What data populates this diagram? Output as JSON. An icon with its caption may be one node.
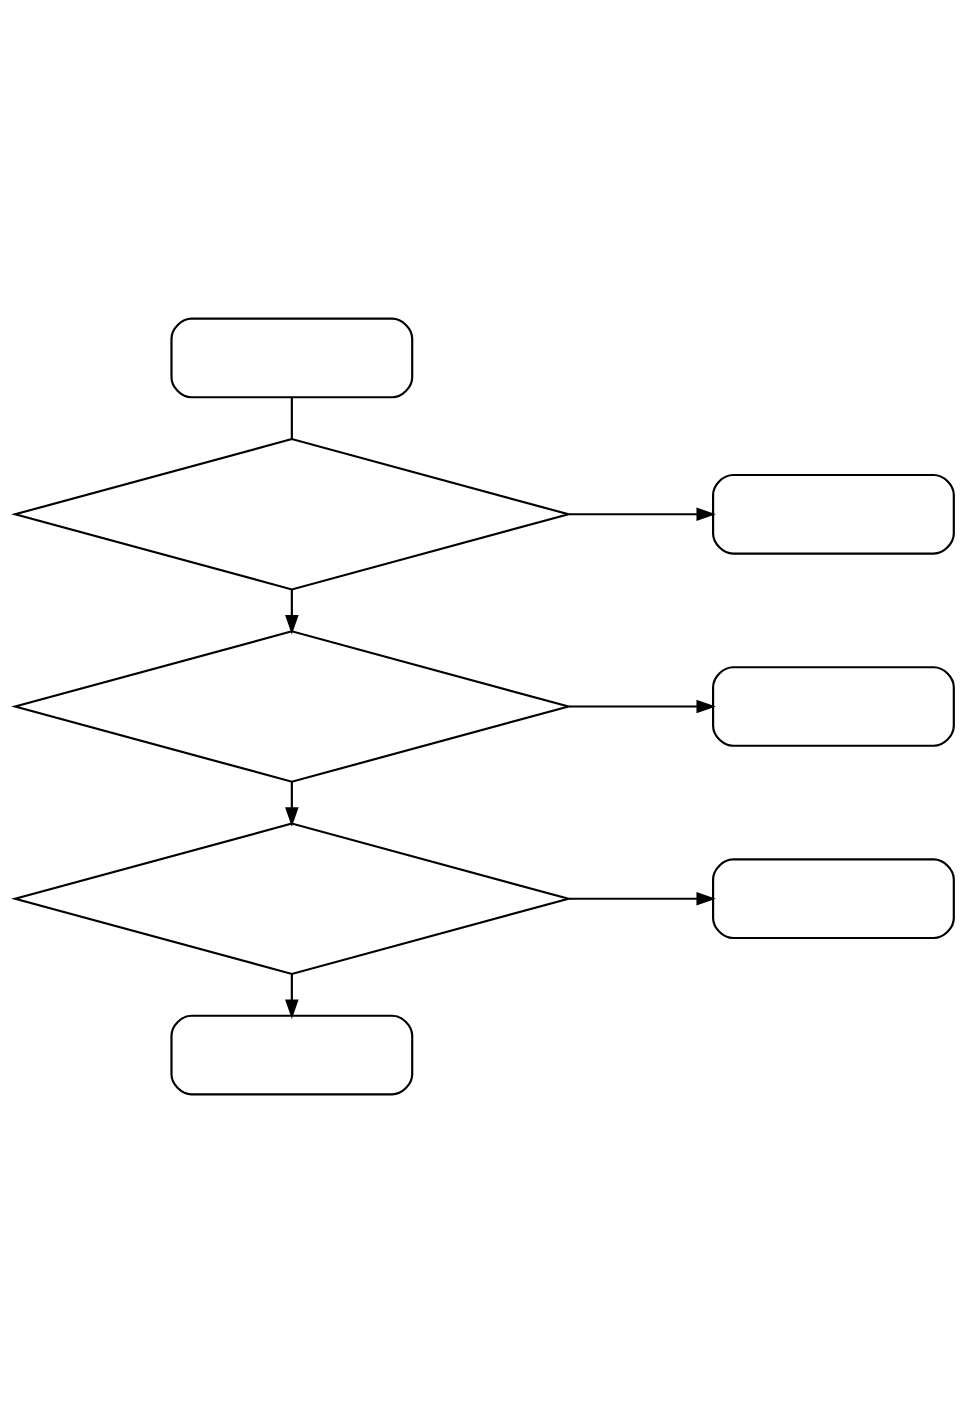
{
  "diagram": {
    "nodes": [
      {
        "text": [],
        "shape": "box"
      },
      {
        "text": [],
        "shape": "diamond"
      },
      {
        "text": [],
        "shape": "box"
      },
      {
        "text": [],
        "shape": "diamond"
      },
      {
        "text": [],
        "shape": "box"
      },
      {
        "text": [],
        "shape": "diamond"
      },
      {
        "text": [],
        "shape": "box"
      },
      {
        "text": [],
        "shape": "box"
      }
    ],
    "edges": [
      {
        "from": 0,
        "to": 1,
        "arrow": "none"
      },
      {
        "from": 1,
        "to": 2,
        "arrow": "to"
      },
      {
        "from": 1,
        "to": 3,
        "arrow": "to"
      },
      {
        "from": 3,
        "to": 4,
        "arrow": "to"
      },
      {
        "from": 3,
        "to": 5,
        "arrow": "to"
      },
      {
        "from": 5,
        "to": 6,
        "arrow": "to"
      },
      {
        "from": 5,
        "to": 7,
        "arrow": "to"
      }
    ]
  }
}
